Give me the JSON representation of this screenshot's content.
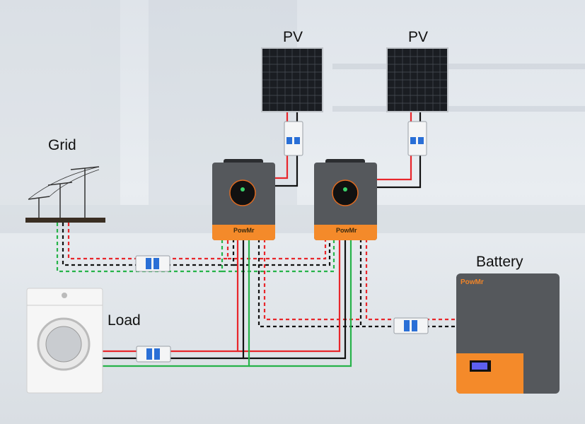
{
  "labels": {
    "pv_left": "PV",
    "pv_right": "PV",
    "grid": "Grid",
    "load": "Load",
    "battery": "Battery"
  },
  "brand": {
    "inverter_left": "PowMr",
    "inverter_right": "PowMr",
    "battery": "PowMr"
  },
  "colors": {
    "positive_wire": "#e8262b",
    "negative_wire": "#111111",
    "ground_wire": "#27b34a",
    "brand_orange": "#f48a2a",
    "device_gray": "#55585c"
  },
  "icons": [
    "solar-panel-icon",
    "breaker-icon",
    "inverter-icon",
    "utility-pole-icon",
    "washing-machine-icon",
    "battery-icon"
  ]
}
